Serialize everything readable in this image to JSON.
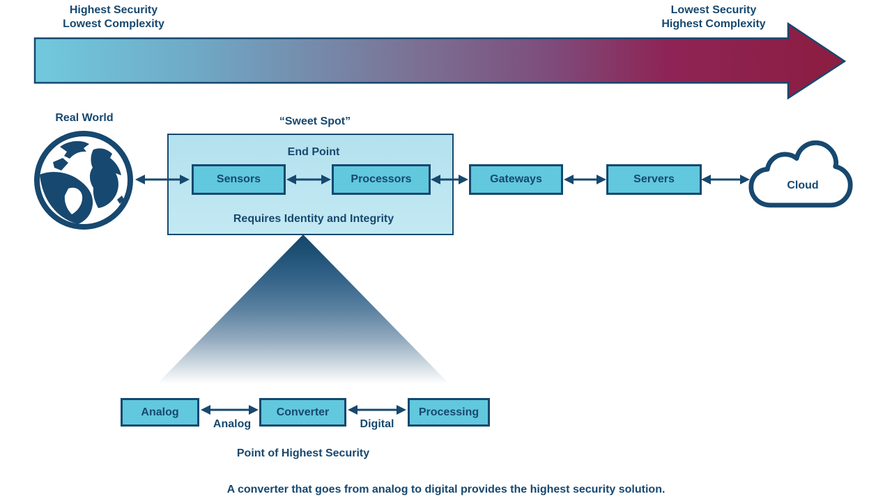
{
  "colors": {
    "navy": "#17486F",
    "teal_box_fill": "#61C8DD",
    "pale_box_fill": "#BCE5F0",
    "arrow_gradient_start": "#71CADE",
    "arrow_gradient_mid": "#7B7194",
    "arrow_gradient_end": "#8C1D40"
  },
  "spectrum": {
    "left_label": [
      "Highest Security",
      "Lowest Complexity"
    ],
    "right_label": [
      "Lowest Security",
      "Highest Complexity"
    ]
  },
  "chain": {
    "real_world_label": "Real World",
    "sweet_spot_label": "“Sweet Spot”",
    "end_point_title": "End Point",
    "end_point_note": "Requires Identity and Integrity",
    "sensors": "Sensors",
    "processors": "Processors",
    "gateways": "Gateways",
    "servers": "Servers",
    "cloud": "Cloud"
  },
  "signal_chain": {
    "analog_box": "Analog",
    "converter_box": "Converter",
    "processing_box": "Processing",
    "analog_link_label": "Analog",
    "digital_link_label": "Digital",
    "point_label": "Point of Highest Security"
  },
  "caption": "A converter that goes from analog to digital provides the highest security solution."
}
